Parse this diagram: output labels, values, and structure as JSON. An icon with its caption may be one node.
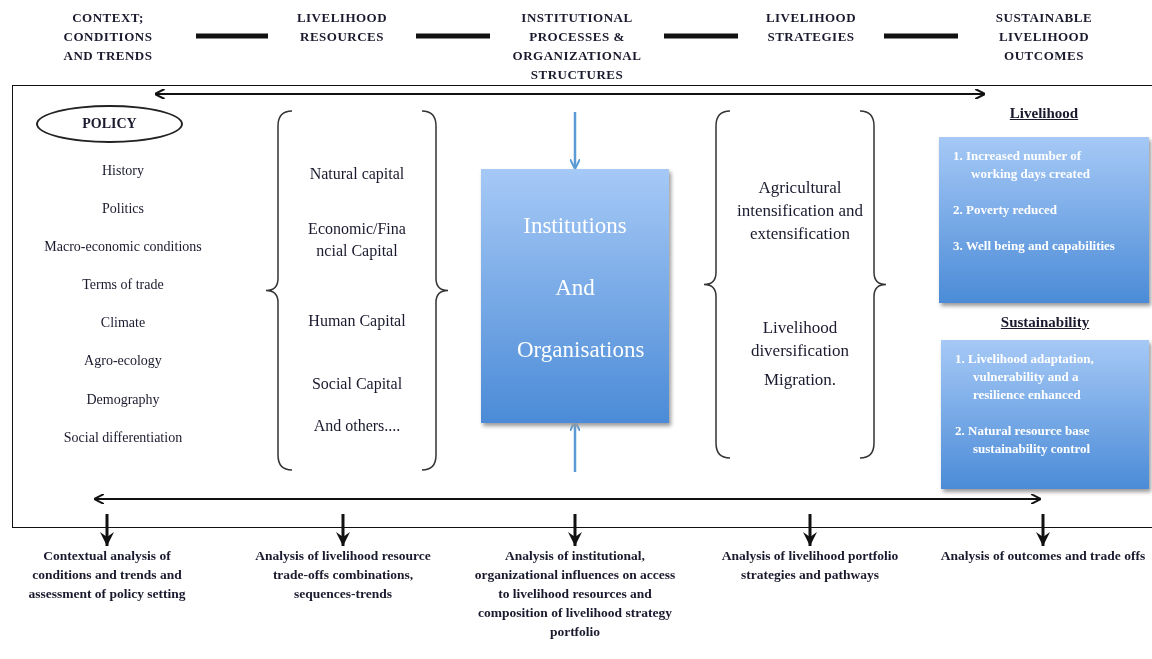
{
  "diagram": {
    "nodes": [
      {
        "text": [
          "CONTEXT; CONDITIONS AND TRENDS"
        ]
      },
      {
        "text": [
          "LIVELIHOOD RESOURCES"
        ]
      },
      {
        "text": [
          "INSTITUTIONAL PROCESSES & ORGANIZATIONAL STRUCTURES"
        ]
      },
      {
        "text": [
          "LIVELIHOOD STRATEGIES"
        ]
      },
      {
        "text": [
          "SUSTAINABLE LIVELIHOOD OUTCOMES"
        ]
      },
      {
        "text": [],
        "shape": "box"
      },
      {
        "text": [
          "POLICY"
        ],
        "in": 5
      },
      {
        "text": [
          "Institutions And Organisations"
        ],
        "in": 5
      },
      {
        "text": [
          "Livelihood",
          "1. Increased number of working days created",
          "2. Poverty reduced",
          "3. Well being and capabilities"
        ],
        "in": 5
      },
      {
        "text": [
          "Sustainability",
          "1. Livelihood adaptation, vulnerability and a resilience enhanced",
          "2. Natural resource base sustainability control"
        ],
        "in": 5
      },
      {
        "text": [
          "Contextual analysis of conditions and trends and assessment of policy setting"
        ]
      },
      {
        "text": [
          "Analysis of livelihood resource trade-offs combinations, sequences-trends"
        ]
      },
      {
        "text": [
          "Analysis of institutional, organizational influences on access to livelihood resources and composition of livelihood strategy portfolio"
        ]
      },
      {
        "text": [
          "Analysis of livelihood portfolio strategies and pathways"
        ]
      },
      {
        "text": [
          "Analysis of outcomes and trade offs"
        ]
      }
    ],
    "edges": [
      {
        "from": 0,
        "to": 1,
        "arrow": "none"
      },
      {
        "from": 1,
        "to": 2,
        "arrow": "none"
      },
      {
        "from": 2,
        "to": 3,
        "arrow": "none"
      },
      {
        "from": 3,
        "to": 4,
        "arrow": "none"
      },
      {
        "from": null,
        "to": 7,
        "arrow": "to",
        "color": "#5b9bd5"
      },
      {
        "from": null,
        "to": 7,
        "arrow": "to",
        "color": "#5b9bd5"
      },
      {
        "from": null,
        "to": 10,
        "arrow": "to"
      },
      {
        "from": null,
        "to": 11,
        "arrow": "to"
      },
      {
        "from": null,
        "to": 12,
        "arrow": "to"
      },
      {
        "from": null,
        "to": 13,
        "arrow": "to"
      },
      {
        "from": null,
        "to": 14,
        "arrow": "to"
      },
      {
        "from": 6,
        "to": 8,
        "arrow": "both"
      }
    ],
    "labels": [
      "History",
      "Politics",
      "Macro-economic conditions",
      "Terms of trade",
      "Climate",
      "Agro-ecology",
      "Demography",
      "Social differentiation",
      "Natural capital",
      "Economic/Fina ncial Capital",
      "Human Capital",
      "Social Capital",
      "And others....",
      "Agricultural intensification and extensification",
      "Livelihood diversification",
      "Migration."
    ]
  }
}
